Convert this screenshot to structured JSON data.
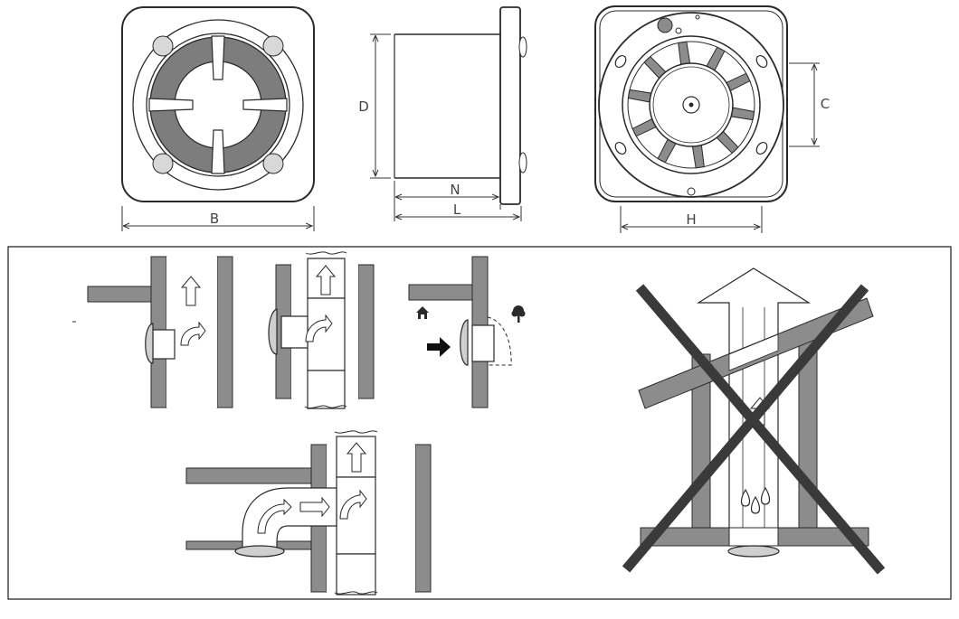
{
  "dimension_labels": {
    "b": "B",
    "d": "D",
    "n": "N",
    "l": "L",
    "c": "C",
    "h": "H"
  },
  "installation_panel": {
    "indoor_icon": "house-icon",
    "outdoor_icon": "tree-icon",
    "direction_icon": "arrow-right-icon",
    "prohibited_icon": "cross-out-x",
    "condensation_icon": "water-drops-icon"
  },
  "colors": {
    "wall": "#8c8c8c",
    "fan_grey": "#7d7d7d",
    "outline": "#2a2a2a",
    "cross": "#3a3a3a"
  }
}
